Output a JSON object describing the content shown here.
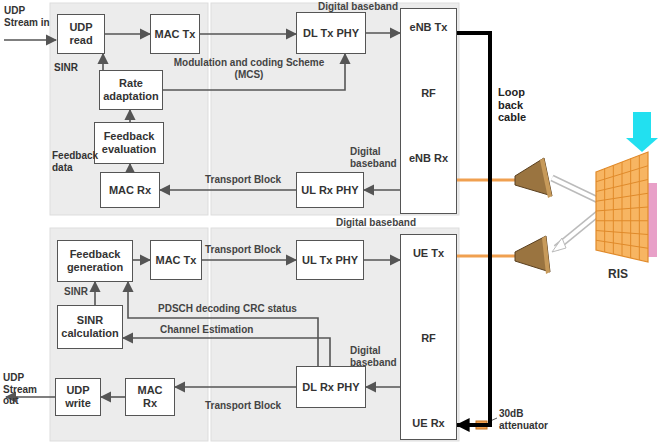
{
  "diagram": {
    "nodes": [
      {
        "text": [
          "UDP read"
        ]
      },
      {
        "text": [
          "MAC Tx"
        ]
      },
      {
        "text": [
          "DL Tx PHY"
        ]
      },
      {
        "text": [
          "eNB Tx",
          "RF",
          "eNB Rx"
        ]
      },
      {
        "text": [
          "Rate adaptation"
        ]
      },
      {
        "text": [
          "Feedback evaluation"
        ]
      },
      {
        "text": [
          "MAC Rx"
        ]
      },
      {
        "text": [
          "UL Rx PHY"
        ]
      },
      {
        "text": [
          "Feedback generation"
        ]
      },
      {
        "text": [
          "MAC Tx"
        ]
      },
      {
        "text": [
          "UL Tx PHY"
        ]
      },
      {
        "text": [
          "UE Tx",
          "RF",
          "UE Rx"
        ]
      },
      {
        "text": [
          "SINR calculation"
        ]
      },
      {
        "text": [
          "UDP write"
        ]
      },
      {
        "text": [
          "MAC Rx"
        ]
      },
      {
        "text": [
          "DL Rx PHY"
        ]
      }
    ],
    "edges": [
      {
        "from": 0,
        "to": 1,
        "arrow": "to"
      },
      {
        "from": 1,
        "to": 2,
        "arrow": "to"
      },
      {
        "from": 2,
        "to": 3,
        "label": "Digital baseband",
        "arrow": "to"
      },
      {
        "from": 4,
        "to": 0,
        "arrow": "to"
      },
      {
        "from": 4,
        "to": 2,
        "label": "Modulation and coding Scheme (MCS)",
        "arrow": "to"
      },
      {
        "from": 5,
        "to": 4,
        "arrow": "to"
      },
      {
        "from": 6,
        "to": 5,
        "arrow": "to"
      },
      {
        "from": 7,
        "to": 6,
        "label": "Transport Block",
        "arrow": "to"
      },
      {
        "from": 3,
        "to": 7,
        "label": "Digital baseband",
        "arrow": "to"
      },
      {
        "from": 8,
        "to": 9,
        "arrow": "to"
      },
      {
        "from": 9,
        "to": 10,
        "label": "Transport Block",
        "arrow": "to"
      },
      {
        "from": 10,
        "to": 11,
        "label": "Digital baseband",
        "arrow": "to"
      },
      {
        "from": 12,
        "to": 8,
        "label": "SINR",
        "arrow": "to"
      },
      {
        "from": 15,
        "to": 8,
        "label": "PDSCH decoding CRC status",
        "arrow": "to"
      },
      {
        "from": 15,
        "to": 12,
        "label": "Channel Estimation",
        "arrow": "to"
      },
      {
        "from": 15,
        "to": 14,
        "label": "Transport Block",
        "arrow": "to"
      },
      {
        "from": 14,
        "to": 13,
        "arrow": "to"
      },
      {
        "from": 11,
        "to": 15,
        "label": "Digital baseband",
        "arrow": "to"
      },
      {
        "from": 3,
        "to": 11,
        "label": "Loop back cable",
        "arrow": "to"
      }
    ],
    "labels": [
      "UDP Stream in",
      "SINR",
      "Feedback data",
      "UDP Stream out",
      "RIS",
      "30dB attenuator"
    ]
  }
}
